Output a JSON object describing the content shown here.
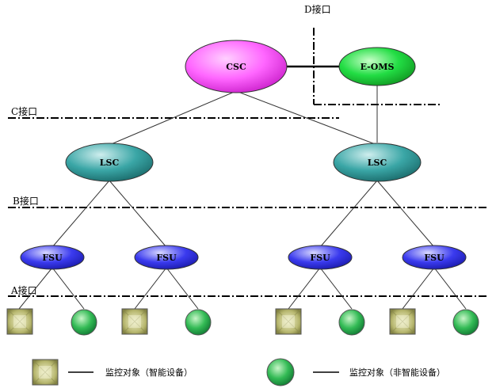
{
  "interfaces": {
    "d": "D接口",
    "c": "C接口",
    "b": "B接口",
    "a": "A接口"
  },
  "nodes": {
    "csc": "CSC",
    "eoms": "E-OMS",
    "lsc_left": "LSC",
    "lsc_right": "LSC",
    "fsu_1": "FSU",
    "fsu_2": "FSU",
    "fsu_3": "FSU",
    "fsu_4": "FSU"
  },
  "legend": {
    "smart": "监控对象（智能设备）",
    "non_smart": "监控对象（非智能设备）"
  },
  "colors": {
    "csc": "#ff66ff",
    "eoms": "#22dd44",
    "lsc": "#2a9a9a",
    "fsu": "#3a3aee",
    "smart_device": "#b8b870",
    "non_smart_device": "#33bb55"
  }
}
